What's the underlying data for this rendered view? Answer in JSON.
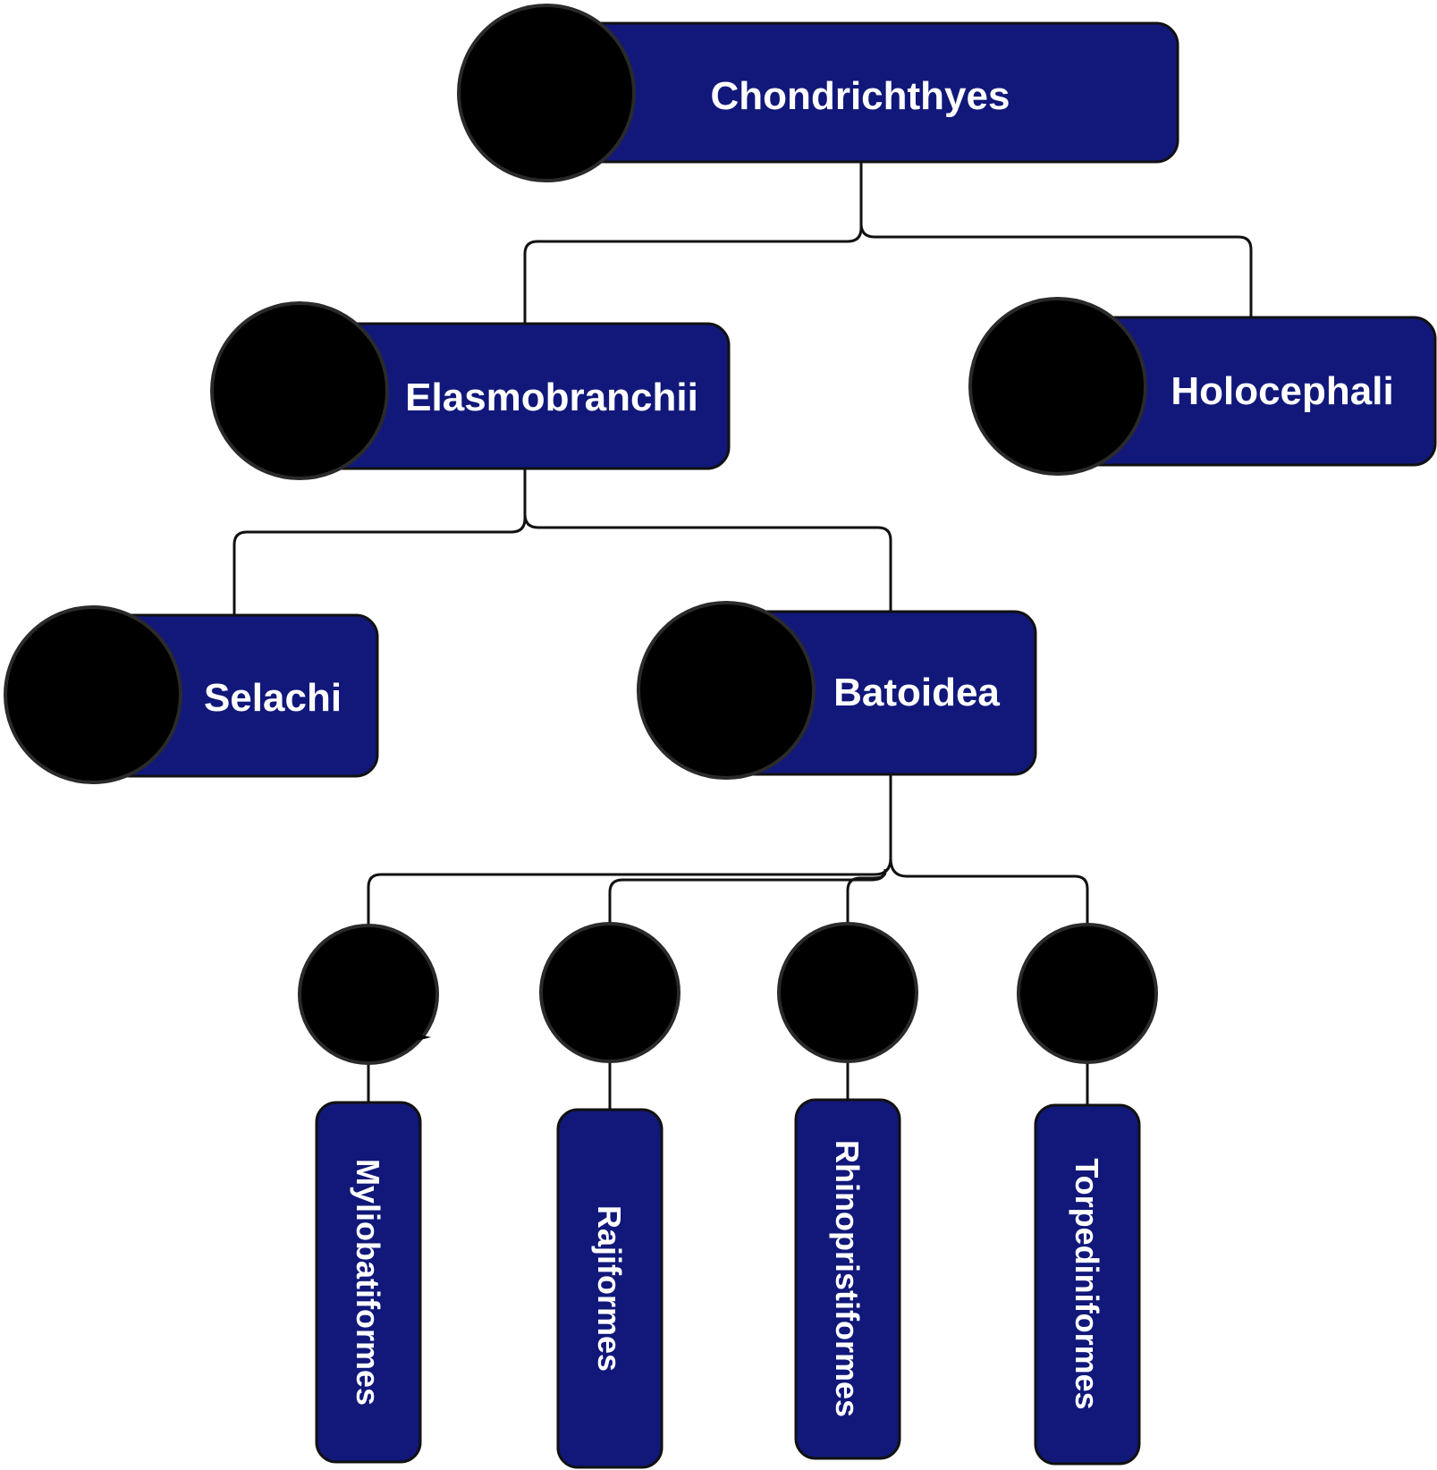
{
  "colors": {
    "box": "#11187a",
    "circle": "#000000",
    "line": "#111111",
    "text": "#ffffff"
  },
  "nodes": {
    "chondrichthyes": {
      "label": "Chondrichthyes",
      "icon": "shark-ray-chimaera-icon"
    },
    "elasmobranchii": {
      "label": "Elasmobranchii",
      "icon": "shark-ray-icon"
    },
    "holocephali": {
      "label": "Holocephali",
      "icon": "chimaera-icon"
    },
    "selachi": {
      "label": "Selachi",
      "icon": "shark-icon"
    },
    "batoidea": {
      "label": "Batoidea",
      "icon": "manta-ray-icon"
    },
    "myliobatiformes": {
      "label": "Myliobatiformes",
      "icon": "eagle-ray-icon"
    },
    "rajiformes": {
      "label": "Rajiformes",
      "icon": "skate-icon"
    },
    "rhinopristiformes": {
      "label": "Rhinopristiformes",
      "icon": "guitarfish-icon"
    },
    "torpediniformes": {
      "label": "Torpediniformes",
      "icon": "electric-ray-icon"
    }
  }
}
